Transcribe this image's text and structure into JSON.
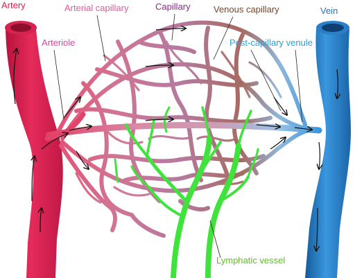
{
  "labels": {
    "artery": "Artery",
    "arterial_capillary": "Arterial capillary",
    "capillary": "Capillary",
    "venous_capillary": "Venous capillary",
    "vein": "Vein",
    "arteriole": "Arteriole",
    "post_capillary_venule": "Post-capillary venule",
    "lymphatic_vessel": "Lymphatic vessel"
  },
  "colors": {
    "artery": "#e52b5a",
    "artery_dark": "#b8123d",
    "vein": "#2f86cf",
    "vein_dark": "#155a9a",
    "capillary_mid": "#b9739e",
    "capillary_venous": "#a0685e",
    "lymph": "#3fe33c",
    "label_artery": "#e8194b",
    "label_arterial_capillary": "#e05a9c",
    "label_capillary": "#8b2a86",
    "label_venous_capillary": "#7a4224",
    "label_vein": "#1e74c6",
    "label_arteriole": "#e0439b",
    "label_post_capillary_venule": "#2aa0d8",
    "label_lymphatic_vessel": "#5bc21c"
  }
}
